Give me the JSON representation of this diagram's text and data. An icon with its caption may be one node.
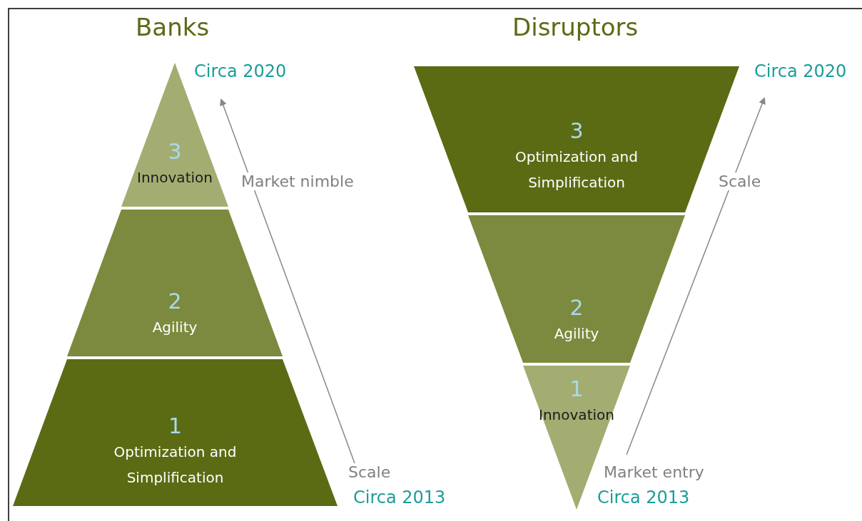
{
  "diagram": {
    "nodes": [
      {
        "text": [
          "3",
          "Innovation"
        ]
      },
      {
        "text": [
          "2",
          "Agility"
        ]
      },
      {
        "text": [
          "1",
          "Optimization and Simplification"
        ]
      },
      {
        "text": [
          "3",
          "Optimization and Simplification"
        ]
      },
      {
        "text": [
          "2",
          "Agility"
        ]
      },
      {
        "text": [
          "1",
          "Innovation"
        ]
      }
    ],
    "edges": [],
    "labels": [
      "Banks",
      "Disruptors",
      "Circa 2020",
      "Circa 2020",
      "Market nimble",
      "Scale",
      "Scale",
      "Market entry",
      "Circa 2013",
      "Circa 2013"
    ]
  }
}
